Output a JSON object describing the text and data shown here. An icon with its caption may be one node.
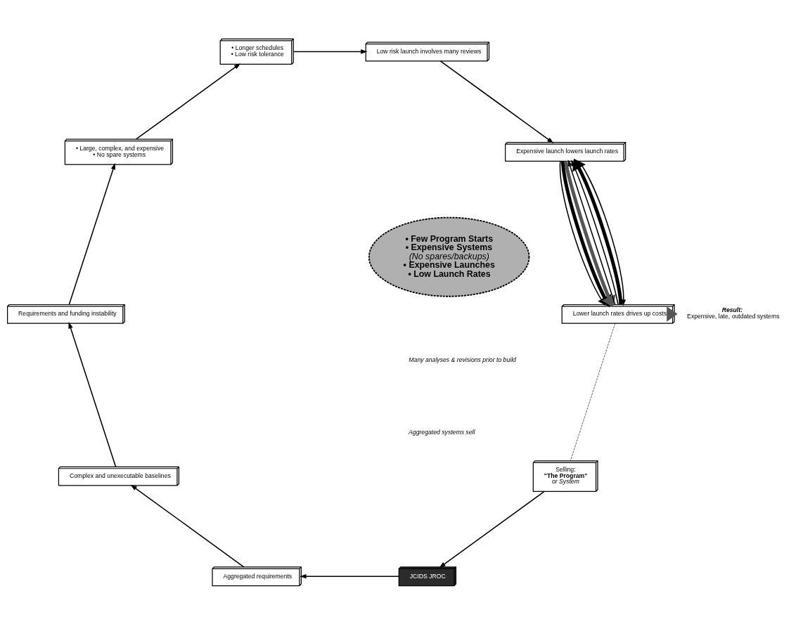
{
  "diagram": {
    "nodes": [
      {
        "text": [
          "Selling:",
          "\"The Program\"",
          "or System"
        ]
      },
      {
        "text": [
          "JCIDS JROC"
        ]
      },
      {
        "text": [
          "Aggregated requirements"
        ]
      },
      {
        "text": [
          "Complex and unexecutable baselines"
        ]
      },
      {
        "text": [
          "Requirements and funding instability"
        ]
      },
      {
        "text": [
          "• Large, complex, and expensive",
          "• No spare systems"
        ]
      },
      {
        "text": [
          "• Longer schedules",
          "• Low risk tolerance"
        ]
      },
      {
        "text": [
          "Low risk launch involves many reviews"
        ]
      },
      {
        "text": [
          "Expensive launch lowers launch rates"
        ]
      },
      {
        "text": [
          "Lower launch rates drives up costs"
        ]
      },
      {
        "text": [
          "Result:",
          "Expensive, late, outdated systems"
        ]
      },
      {
        "text": [
          "• Few Program Starts",
          "• Expensive Systems",
          "(No spares/backups)",
          "• Expensive Launches",
          "• Low Launch Rates"
        ]
      }
    ],
    "edges": [
      {
        "from": 0,
        "to": 1,
        "arrow": "to"
      },
      {
        "from": 1,
        "to": 2,
        "arrow": "to"
      },
      {
        "from": 2,
        "to": 3,
        "arrow": "to"
      },
      {
        "from": 3,
        "to": 4,
        "arrow": "to"
      },
      {
        "from": 4,
        "to": 5,
        "arrow": "to"
      },
      {
        "from": 5,
        "to": 6,
        "arrow": "to"
      },
      {
        "from": 6,
        "to": 7,
        "arrow": "to"
      },
      {
        "from": 7,
        "to": 8,
        "arrow": "to"
      },
      {
        "from": 8,
        "to": 9,
        "arrow": "to"
      },
      {
        "from": 9,
        "to": 8,
        "arrow": "to"
      },
      {
        "from": 8,
        "to": 9,
        "arrow": "to"
      },
      {
        "from": 9,
        "to": 8,
        "arrow": "to"
      },
      {
        "from": 8,
        "to": 9,
        "arrow": "to",
        "style": "thick"
      },
      {
        "from": 9,
        "to": 8,
        "arrow": "to",
        "style": "thick"
      },
      {
        "from": 8,
        "to": 9,
        "arrow": "to",
        "style": "thick",
        "color": "#555555"
      },
      {
        "from": 9,
        "to": 10,
        "arrow": "to",
        "style": "thick",
        "color": "#555555"
      },
      {
        "from": 9,
        "to": 0,
        "arrow": "none",
        "style": "dashed"
      }
    ],
    "labels": [
      "Aggregated systems sell",
      "Many analyses & revisions prior to build"
    ]
  }
}
